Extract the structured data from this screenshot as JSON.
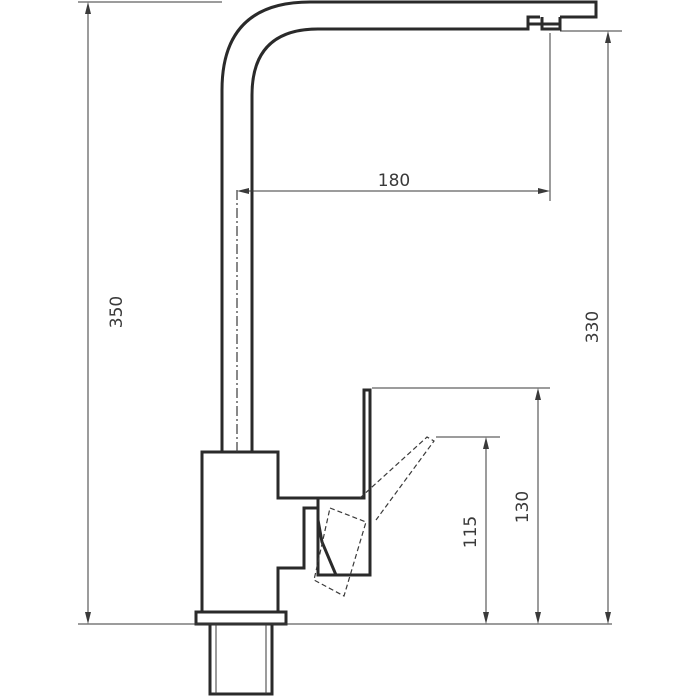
{
  "dimensions": {
    "total_height": "350",
    "spout_height": "330",
    "spout_reach": "180",
    "lever_height": "130",
    "lever_dashed_height": "115"
  },
  "colors": {
    "line": "#2a2a2a",
    "dimension": "#3a3a3a",
    "background": "#ffffff"
  }
}
